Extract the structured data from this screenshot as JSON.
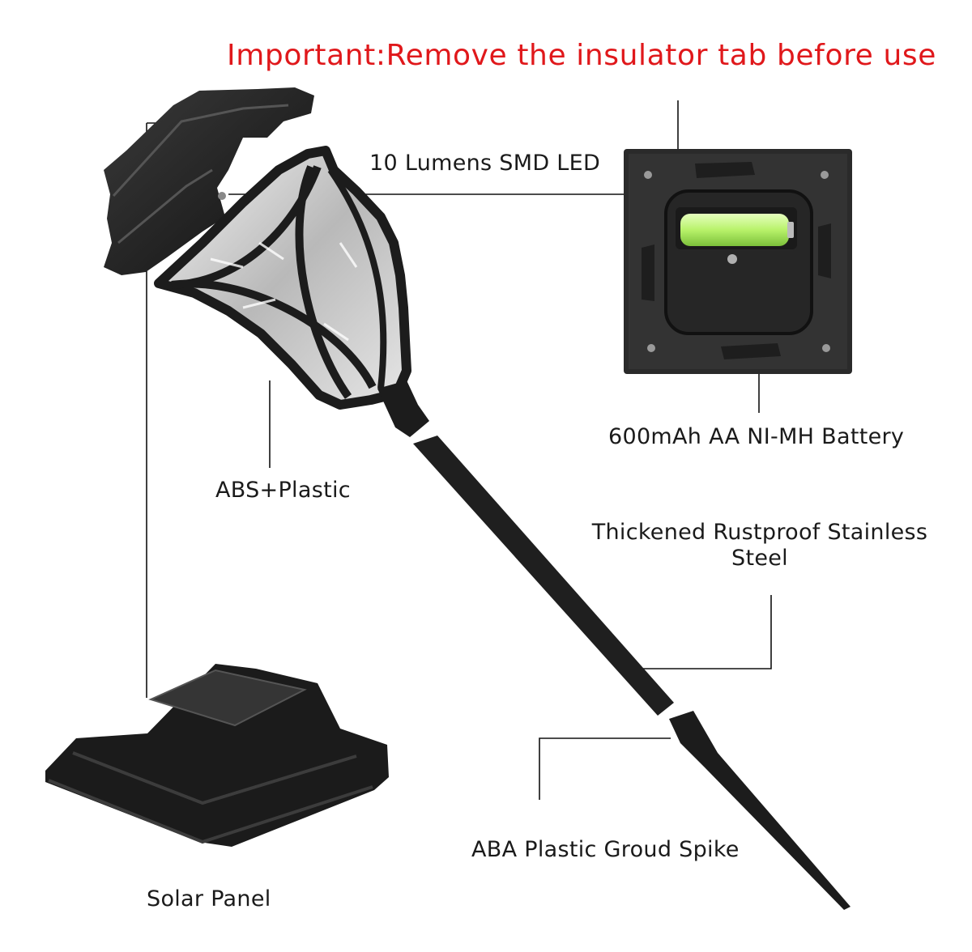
{
  "warning": "Important:Remove the insulator tab before use",
  "labels": {
    "led": "10 Lumens SMD LED",
    "battery": "600mAh AA NI-MH Battery",
    "shade": "ABS+Plastic",
    "stake_line1": "Thickened Rustproof Stainless",
    "stake_line2": "Steel",
    "spike": "ABA Plastic Groud Spike",
    "solar": "Solar Panel"
  },
  "colors": {
    "warning": "#e0181b",
    "product": "#1c1c1c",
    "battery": "#b8f26a"
  }
}
